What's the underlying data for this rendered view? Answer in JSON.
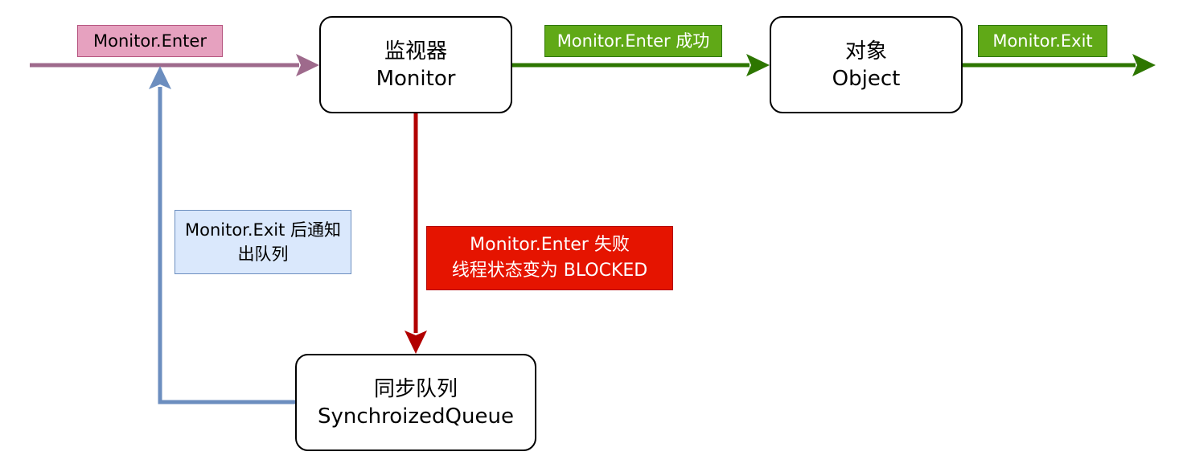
{
  "nodes": {
    "monitor": {
      "line1": "监视器",
      "line2": "Monitor"
    },
    "object": {
      "line1": "对象",
      "line2": "Object"
    },
    "queue": {
      "line1": "同步队列",
      "line2": "SynchroizedQueue"
    }
  },
  "labels": {
    "enter": "Monitor.Enter",
    "enter_success": "Monitor.Enter 成功",
    "exit": "Monitor.Exit",
    "enter_fail": {
      "line1": "Monitor.Enter 失败",
      "line2": "线程状态变为 BLOCKED"
    },
    "exit_dequeue": {
      "line1": "Monitor.Exit 后通知",
      "line2": "出队列"
    }
  },
  "colors": {
    "enter_arrow": "#9e6a8c",
    "success_arrow": "#2d7600",
    "fail_arrow": "#b20000",
    "dequeue_arrow": "#6c8ebf"
  }
}
